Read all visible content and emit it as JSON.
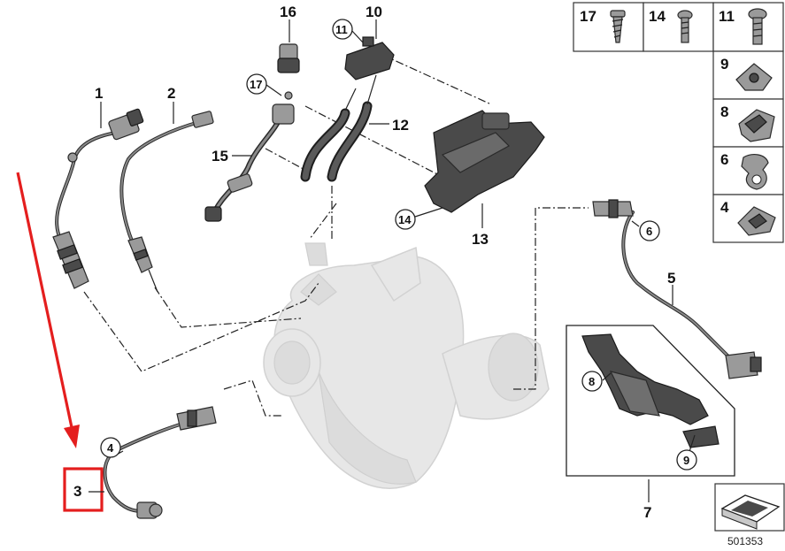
{
  "diagram": {
    "callouts": {
      "p1": "1",
      "p2": "2",
      "p3": "3",
      "p4": "4",
      "p5": "5",
      "p6": "6",
      "p7": "7",
      "p8": "8",
      "p9": "9",
      "p10": "10",
      "p11": "11",
      "p12": "12",
      "p13": "13",
      "p14": "14",
      "p15": "15",
      "p16": "16",
      "p17": "17"
    },
    "grid": {
      "c17": "17",
      "c14": "14",
      "c11": "11",
      "c9": "9",
      "c8": "8",
      "c6": "6",
      "c4": "4"
    },
    "reference_number": "501353",
    "highlight_color": "#e41e1e",
    "part_color": "#9a9a9a",
    "ghost_color": "#e7e7e7"
  }
}
